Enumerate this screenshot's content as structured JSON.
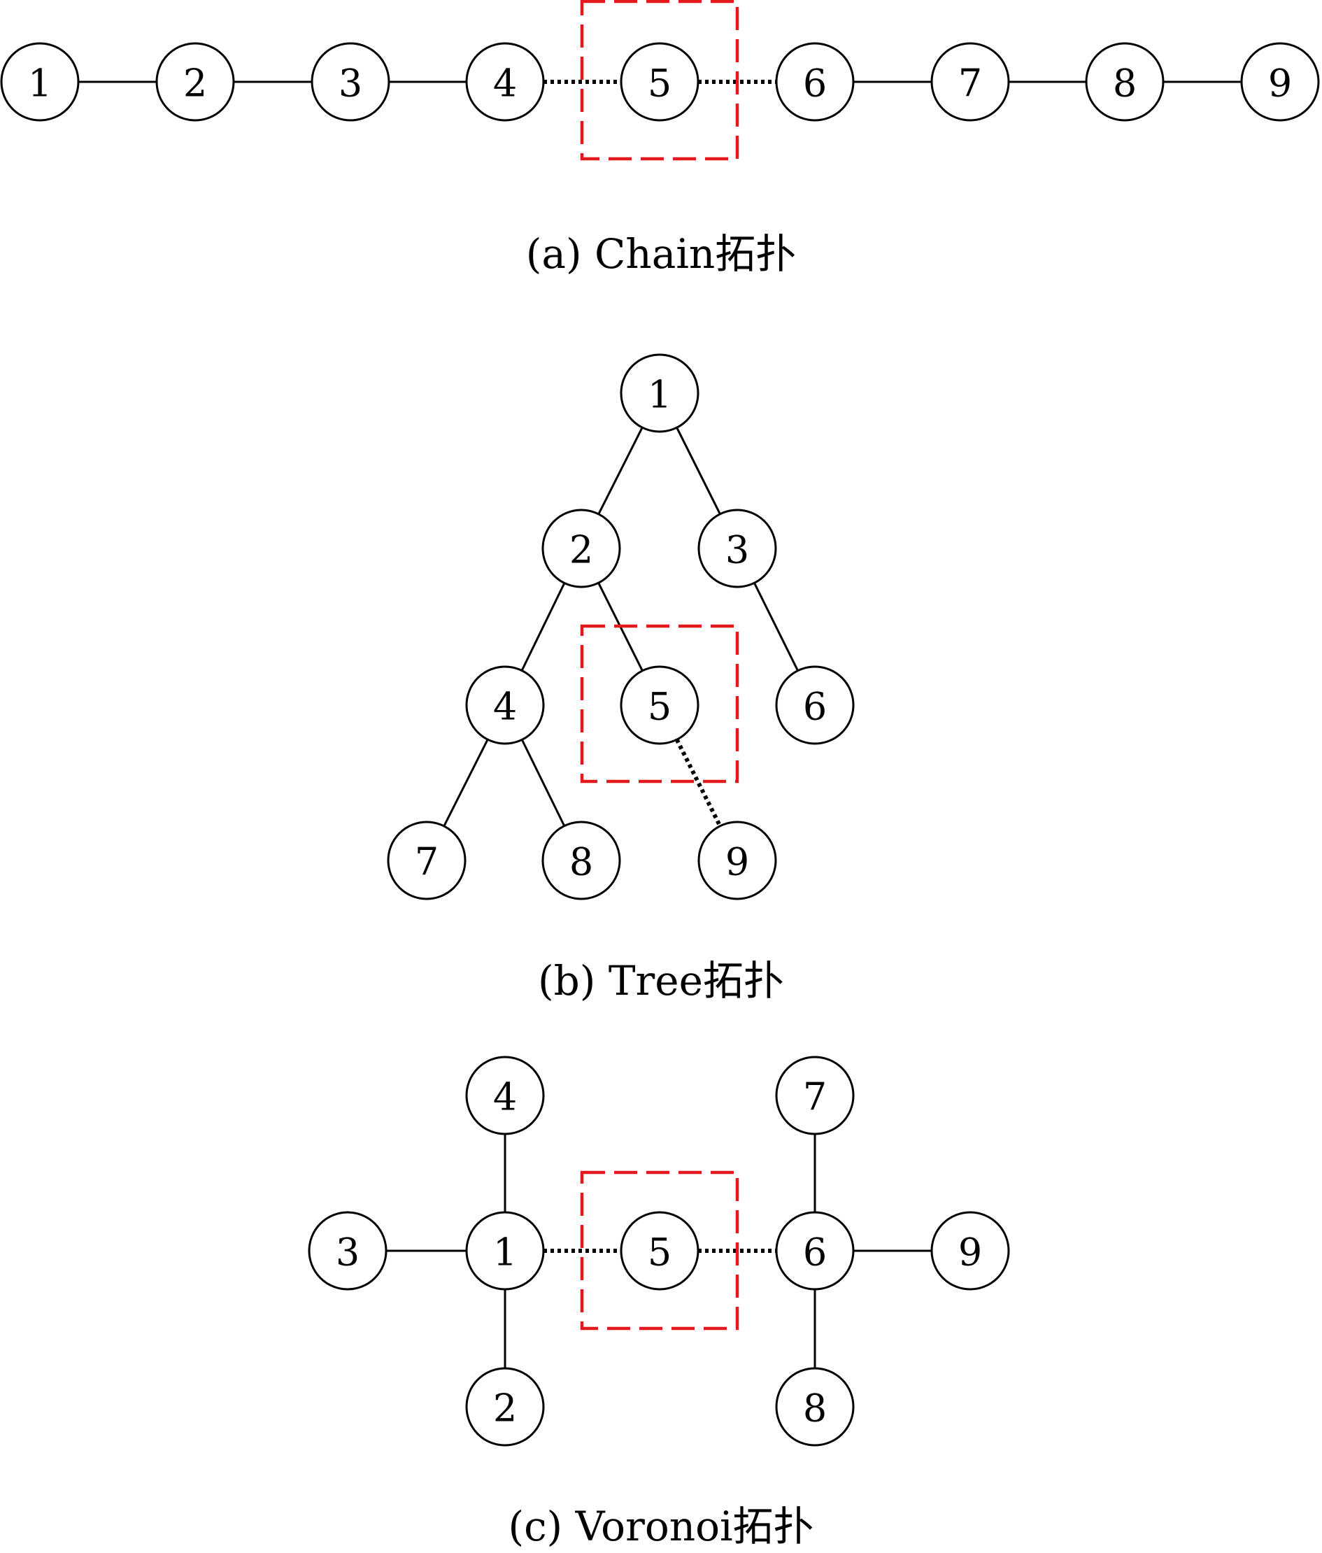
{
  "highlight_color": "#e3191c",
  "panels": [
    {
      "id": "chain",
      "caption": "(a) Chain拓扑",
      "highlighted_node": "5",
      "nodes": [
        "1",
        "2",
        "3",
        "4",
        "5",
        "6",
        "7",
        "8",
        "9"
      ],
      "edges": [
        [
          "1",
          "2",
          "solid"
        ],
        [
          "2",
          "3",
          "solid"
        ],
        [
          "3",
          "4",
          "solid"
        ],
        [
          "4",
          "5",
          "dotted"
        ],
        [
          "5",
          "6",
          "dotted"
        ],
        [
          "6",
          "7",
          "solid"
        ],
        [
          "7",
          "8",
          "solid"
        ],
        [
          "8",
          "9",
          "solid"
        ]
      ]
    },
    {
      "id": "tree",
      "caption": "(b) Tree拓扑",
      "highlighted_node": "5",
      "nodes": [
        "1",
        "2",
        "3",
        "4",
        "5",
        "6",
        "7",
        "8",
        "9"
      ],
      "edges": [
        [
          "1",
          "2",
          "solid"
        ],
        [
          "1",
          "3",
          "solid"
        ],
        [
          "2",
          "4",
          "solid"
        ],
        [
          "2",
          "5",
          "solid"
        ],
        [
          "3",
          "6",
          "solid"
        ],
        [
          "4",
          "7",
          "solid"
        ],
        [
          "4",
          "8",
          "solid"
        ],
        [
          "5",
          "9",
          "dotted"
        ]
      ]
    },
    {
      "id": "voronoi",
      "caption": "(c) Voronoi拓扑",
      "highlighted_node": "5",
      "nodes": [
        "4",
        "7",
        "3",
        "1",
        "5",
        "6",
        "9",
        "2",
        "8"
      ],
      "edges": [
        [
          "4",
          "1",
          "solid"
        ],
        [
          "3",
          "1",
          "solid"
        ],
        [
          "2",
          "1",
          "solid"
        ],
        [
          "1",
          "5",
          "dotted"
        ],
        [
          "5",
          "6",
          "dotted"
        ],
        [
          "7",
          "6",
          "solid"
        ],
        [
          "9",
          "6",
          "solid"
        ],
        [
          "8",
          "6",
          "solid"
        ]
      ]
    }
  ]
}
